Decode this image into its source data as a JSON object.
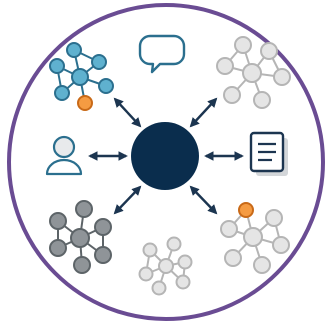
{
  "colors": {
    "ring": "#6a4c93",
    "hub": "#0a2d4d",
    "arrow": "#1c3550",
    "teal_fill": "#5fb1cf",
    "teal_stroke": "#2b6f8e",
    "orange_fill": "#f59b42",
    "orange_stroke": "#c96a18",
    "light_gray_fill": "#e5e5e5",
    "light_gray_stroke": "#b5b5b5",
    "dark_gray_fill": "#8f9498",
    "dark_gray_stroke": "#5d6468",
    "chat_stroke": "#2b6f8e",
    "doc_stroke": "#1c3550",
    "doc_shadow": "#d3d6d9",
    "person_head": "#e8eaec",
    "person_stroke": "#2b6f8e"
  },
  "diagram": {
    "center": "hub-node",
    "spokes": [
      {
        "direction": "upper-left",
        "target": "teal-network"
      },
      {
        "direction": "up",
        "target": "chat-icon"
      },
      {
        "direction": "upper-right",
        "target": "light-gray-network"
      },
      {
        "direction": "left",
        "target": "person-icon"
      },
      {
        "direction": "right",
        "target": "document-icon"
      },
      {
        "direction": "lower-left",
        "target": "dark-gray-network"
      },
      {
        "direction": "down",
        "target": "light-gray-network"
      },
      {
        "direction": "lower-right",
        "target": "gray-network-with-orange-node"
      }
    ]
  }
}
